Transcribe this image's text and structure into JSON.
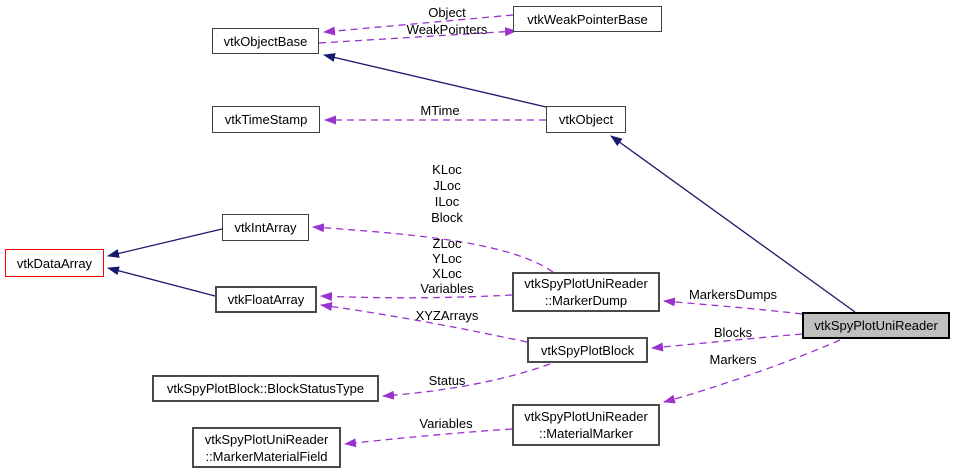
{
  "diagram": {
    "type": "collaboration-graph",
    "subject": "vtkSpyPlotUniReader",
    "colors": {
      "background": "#ffffff",
      "inheritance_edge": "#191970",
      "usage_edge": "#9a32cd",
      "node_border": "#404040",
      "truncated_node_border": "#ff0000",
      "current_node_fill": "#bfbfbf",
      "node_fill": "#ffffff",
      "text": "#000000"
    },
    "nodes": [
      {
        "id": "vtkObjectBase",
        "label": "vtkObjectBase"
      },
      {
        "id": "vtkWeakPointerBase",
        "label": "vtkWeakPointerBase"
      },
      {
        "id": "vtkTimeStamp",
        "label": "vtkTimeStamp"
      },
      {
        "id": "vtkObject",
        "label": "vtkObject"
      },
      {
        "id": "vtkIntArray",
        "label": "vtkIntArray"
      },
      {
        "id": "vtkDataArray",
        "label": "vtkDataArray"
      },
      {
        "id": "vtkFloatArray",
        "label": "vtkFloatArray"
      },
      {
        "id": "MarkerDump",
        "label": "vtkSpyPlotUniReader\n::MarkerDump"
      },
      {
        "id": "vtkSpyPlotBlock",
        "label": "vtkSpyPlotBlock"
      },
      {
        "id": "vtkSpyPlotUniReader",
        "label": "vtkSpyPlotUniReader"
      },
      {
        "id": "BlockStatusType",
        "label": "vtkSpyPlotBlock::BlockStatusType"
      },
      {
        "id": "MaterialMarker",
        "label": "vtkSpyPlotUniReader\n::MaterialMarker"
      },
      {
        "id": "MarkerMaterialField",
        "label": "vtkSpyPlotUniReader\n::MarkerMaterialField"
      }
    ],
    "edges": [
      {
        "from": "vtkWeakPointerBase",
        "to": "vtkObjectBase",
        "style": "dashed",
        "label": "Object"
      },
      {
        "from": "vtkObjectBase",
        "to": "vtkWeakPointerBase",
        "style": "dashed",
        "label": "WeakPointers"
      },
      {
        "from": "vtkObject",
        "to": "vtkTimeStamp",
        "style": "dashed",
        "label": "MTime"
      },
      {
        "from": "vtkSpyPlotUniReader::MarkerDump",
        "to": "vtkIntArray",
        "style": "dashed",
        "label": "KLoc\nJLoc\nILoc\nBlock"
      },
      {
        "from": "vtkSpyPlotUniReader::MarkerDump",
        "to": "vtkFloatArray",
        "style": "dashed",
        "label": "ZLoc\nYLoc\nXLoc\nVariables"
      },
      {
        "from": "vtkSpyPlotBlock",
        "to": "vtkFloatArray",
        "style": "dashed",
        "label": "XYZArrays"
      },
      {
        "from": "vtkSpyPlotBlock",
        "to": "vtkSpyPlotBlock::BlockStatusType",
        "style": "dashed",
        "label": "Status"
      },
      {
        "from": "vtkSpyPlotUniReader::MaterialMarker",
        "to": "vtkSpyPlotUniReader::MarkerMaterialField",
        "style": "dashed",
        "label": "Variables"
      },
      {
        "from": "vtkSpyPlotUniReader",
        "to": "vtkSpyPlotUniReader::MarkerDump",
        "style": "dashed",
        "label": "MarkersDumps"
      },
      {
        "from": "vtkSpyPlotUniReader",
        "to": "vtkSpyPlotBlock",
        "style": "dashed",
        "label": "Blocks"
      },
      {
        "from": "vtkSpyPlotUniReader",
        "to": "vtkSpyPlotUniReader::MaterialMarker",
        "style": "dashed",
        "label": "Markers"
      },
      {
        "from": "vtkObject",
        "to": "vtkObjectBase",
        "style": "solid",
        "label": ""
      },
      {
        "from": "vtkSpyPlotUniReader",
        "to": "vtkObject",
        "style": "solid",
        "label": ""
      },
      {
        "from": "vtkIntArray",
        "to": "vtkDataArray",
        "style": "solid",
        "label": ""
      },
      {
        "from": "vtkFloatArray",
        "to": "vtkDataArray",
        "style": "solid",
        "label": ""
      }
    ]
  }
}
